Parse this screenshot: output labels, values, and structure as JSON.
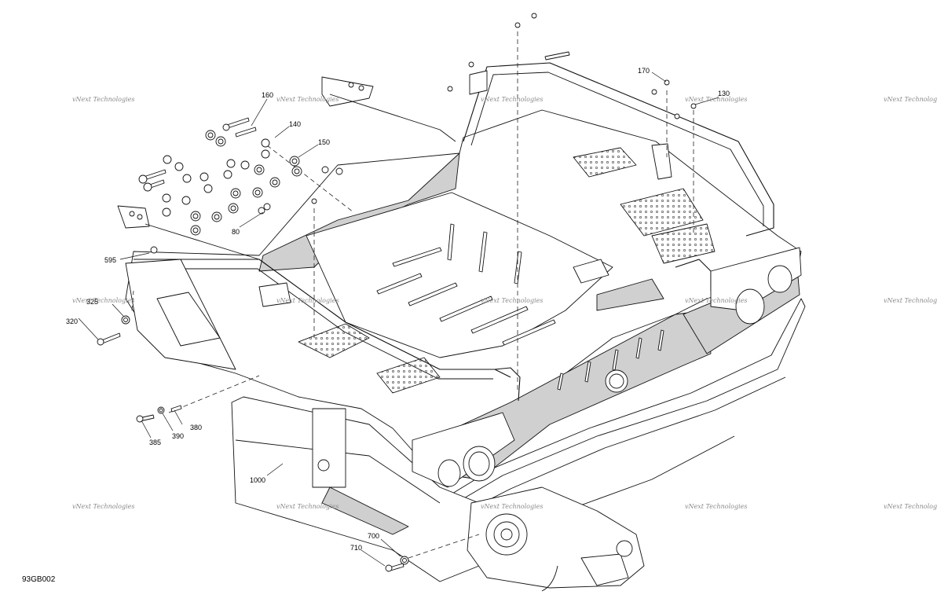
{
  "diagram": {
    "drawing_code": "93GB002",
    "watermark_text": "vNext Technologies",
    "callouts": [
      {
        "id": "c160",
        "label": "160"
      },
      {
        "id": "c140",
        "label": "140"
      },
      {
        "id": "c150",
        "label": "150"
      },
      {
        "id": "c80",
        "label": "80"
      },
      {
        "id": "c595",
        "label": "595"
      },
      {
        "id": "c325",
        "label": "325"
      },
      {
        "id": "c320",
        "label": "320"
      },
      {
        "id": "c170",
        "label": "170"
      },
      {
        "id": "c130",
        "label": "130"
      },
      {
        "id": "c380",
        "label": "380"
      },
      {
        "id": "c390",
        "label": "390"
      },
      {
        "id": "c385",
        "label": "385"
      },
      {
        "id": "c1000",
        "label": "1000"
      },
      {
        "id": "c700",
        "label": "700"
      },
      {
        "id": "c710",
        "label": "710"
      }
    ]
  }
}
